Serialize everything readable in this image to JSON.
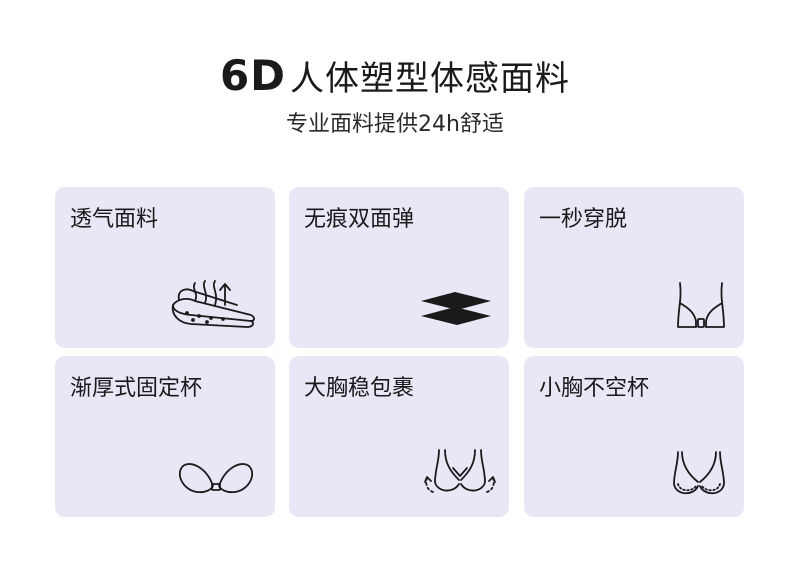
{
  "header": {
    "title_emphasis": "6D",
    "title_rest": "人体塑型体感面料",
    "subtitle": "专业面料提供24h舒适"
  },
  "features": [
    {
      "label": "透气面料",
      "icon": "breathable-fabric-icon"
    },
    {
      "label": "无痕双面弹",
      "icon": "layered-fabric-icon"
    },
    {
      "label": "一秒穿脱",
      "icon": "front-clasp-bra-icon"
    },
    {
      "label": "渐厚式固定杯",
      "icon": "molded-cup-icon"
    },
    {
      "label": "大胸稳包裹",
      "icon": "wrap-support-icon"
    },
    {
      "label": "小胸不空杯",
      "icon": "fitted-cup-bra-icon"
    }
  ],
  "colors": {
    "card_background": "#e9e6f6",
    "text": "#1a1a1a",
    "page_background": "#ffffff"
  }
}
